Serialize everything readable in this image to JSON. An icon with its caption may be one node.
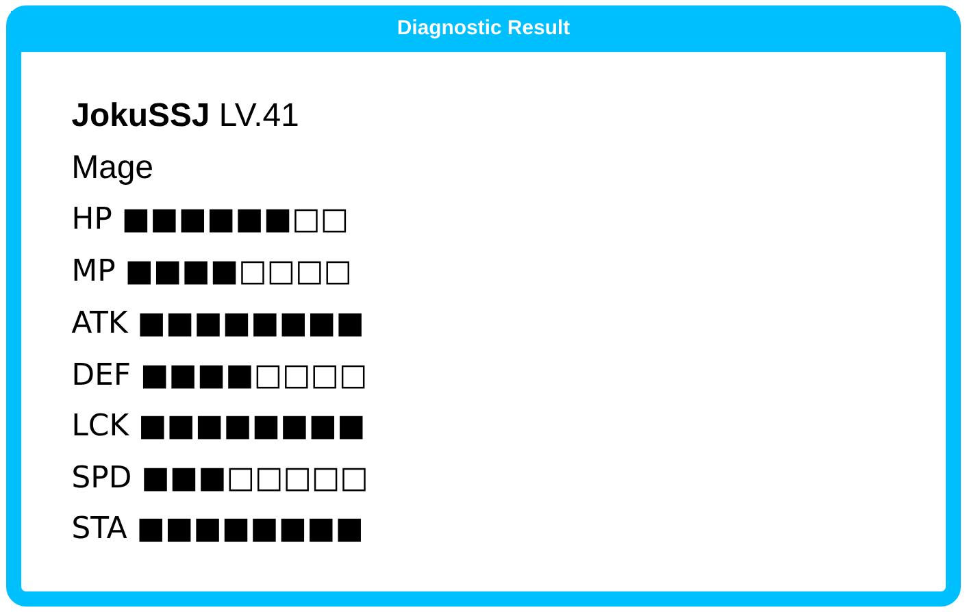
{
  "diagram": {
    "nodes": [
      {
        "text": [
          "Diagnostic Result"
        ]
      }
    ],
    "labels": [
      "**JokuSSJ** LV.41",
      "Mage",
      "HP ■■■■■■□□",
      "MP ■■■■□□□□",
      "ATK ■■■■■■■■",
      "DEF ■■■■□□□□",
      "LCK ■■■■■■■■",
      "SPD ■■■□□□□□",
      "STA ■■■■■■■■"
    ]
  }
}
